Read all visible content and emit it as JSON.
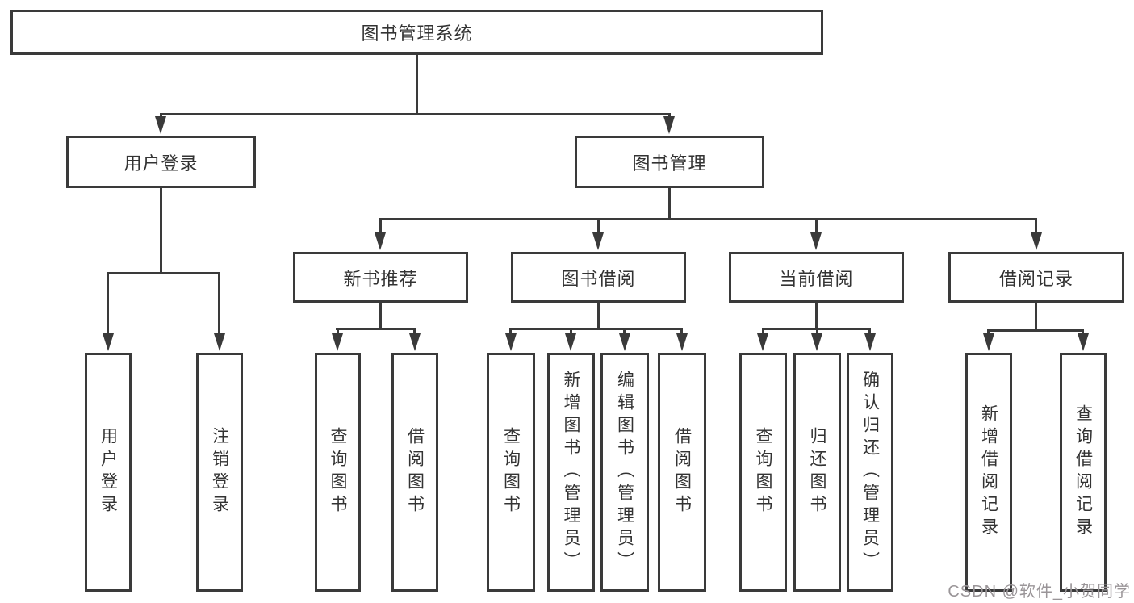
{
  "diagram": {
    "root": {
      "label": "图书管理系统"
    },
    "level2": [
      {
        "id": "user-login",
        "label": "用户登录"
      },
      {
        "id": "book-management",
        "label": "图书管理"
      }
    ],
    "level3": [
      {
        "id": "new-book-recommend",
        "label": "新书推荐",
        "parent": "book-management"
      },
      {
        "id": "book-borrow",
        "label": "图书借阅",
        "parent": "book-management"
      },
      {
        "id": "current-borrow",
        "label": "当前借阅",
        "parent": "book-management"
      },
      {
        "id": "borrow-records",
        "label": "借阅记录",
        "parent": "book-management"
      }
    ],
    "leaves": [
      {
        "id": "user-login-action",
        "label": "用户登录",
        "parent": "user-login"
      },
      {
        "id": "logout-action",
        "label": "注销登录",
        "parent": "user-login"
      },
      {
        "id": "query-books-recommend",
        "label": "查询图书",
        "parent": "new-book-recommend"
      },
      {
        "id": "borrow-books-recommend",
        "label": "借阅图书",
        "parent": "new-book-recommend"
      },
      {
        "id": "query-books-borrow",
        "label": "查询图书",
        "parent": "book-borrow"
      },
      {
        "id": "add-books-admin",
        "label": "新增图书（管理员）",
        "parent": "book-borrow"
      },
      {
        "id": "edit-books-admin",
        "label": "编辑图书（管理员）",
        "parent": "book-borrow"
      },
      {
        "id": "borrow-books",
        "label": "借阅图书",
        "parent": "book-borrow"
      },
      {
        "id": "query-books-current",
        "label": "查询图书",
        "parent": "current-borrow"
      },
      {
        "id": "return-books",
        "label": "归还图书",
        "parent": "current-borrow"
      },
      {
        "id": "confirm-return-admin",
        "label": "确认归还（管理员）",
        "parent": "current-borrow"
      },
      {
        "id": "add-borrow-record",
        "label": "新增借阅记录",
        "parent": "borrow-records"
      },
      {
        "id": "query-borrow-record",
        "label": "查询借阅记录",
        "parent": "borrow-records"
      }
    ]
  },
  "watermark": {
    "text": "CSDN @软件_小贺同学"
  },
  "colors": {
    "line": "#3a3a3a",
    "box_border": "#3a3a3a",
    "text": "#333333",
    "watermark": "#9a9598",
    "background": "#ffffff"
  }
}
